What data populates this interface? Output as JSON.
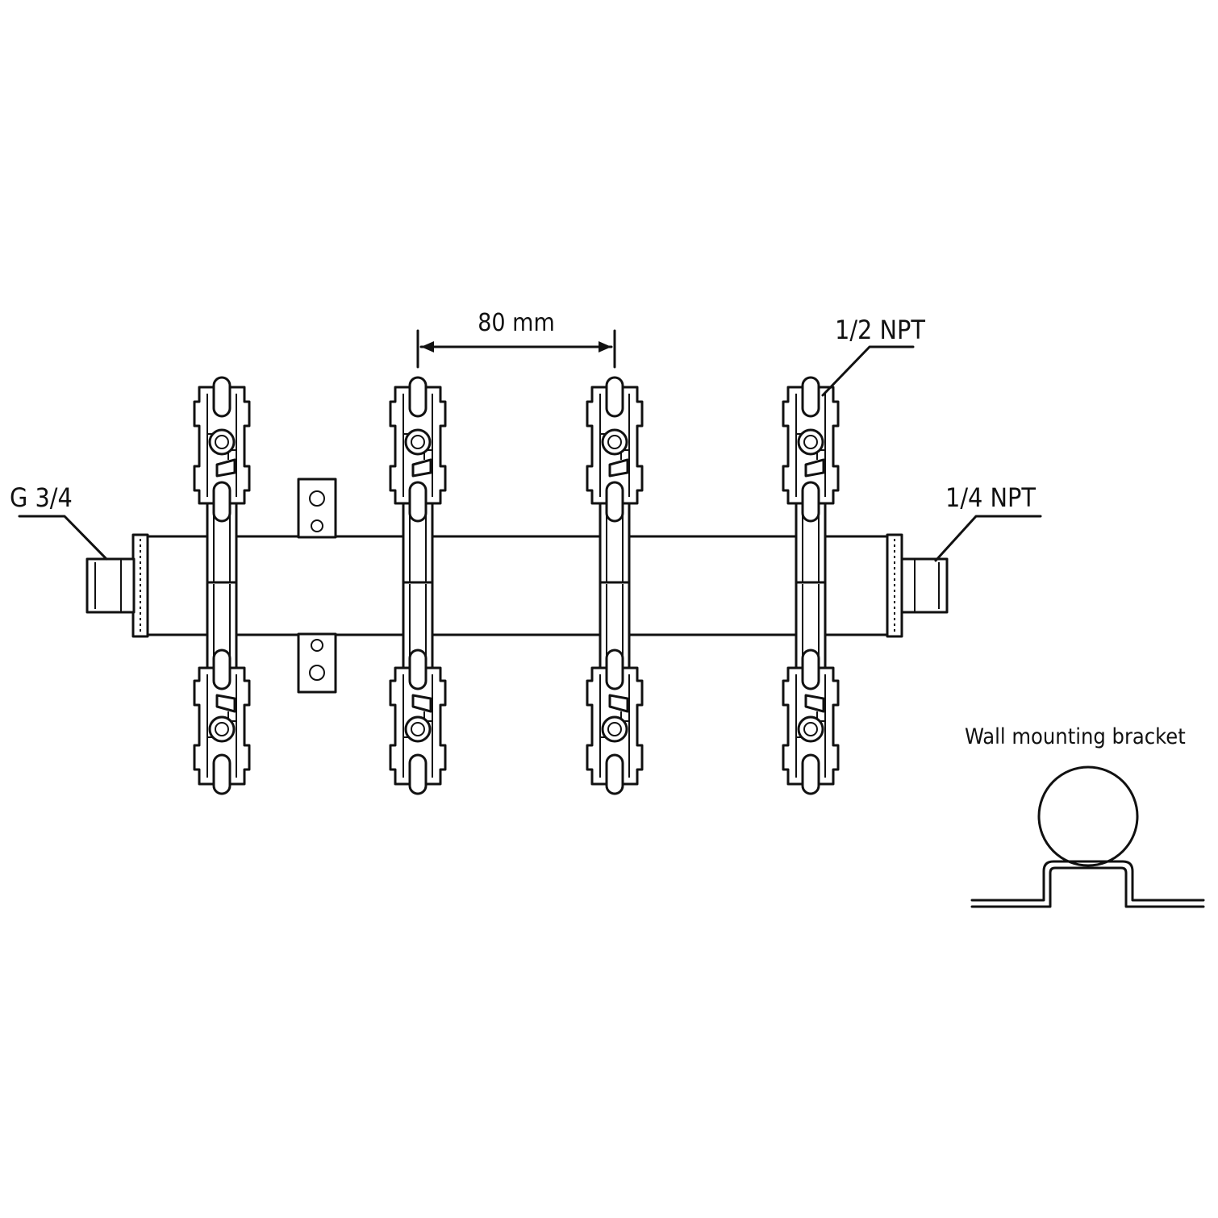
{
  "labels": {
    "spacing": "80 mm",
    "outlet_thread": "1/2 NPT",
    "end_thread": "1/4 NPT",
    "inlet_thread": "G 3/4",
    "bracket_title": "Wall mounting bracket"
  },
  "colors": {
    "line": "#111111",
    "background": "#ffffff"
  }
}
